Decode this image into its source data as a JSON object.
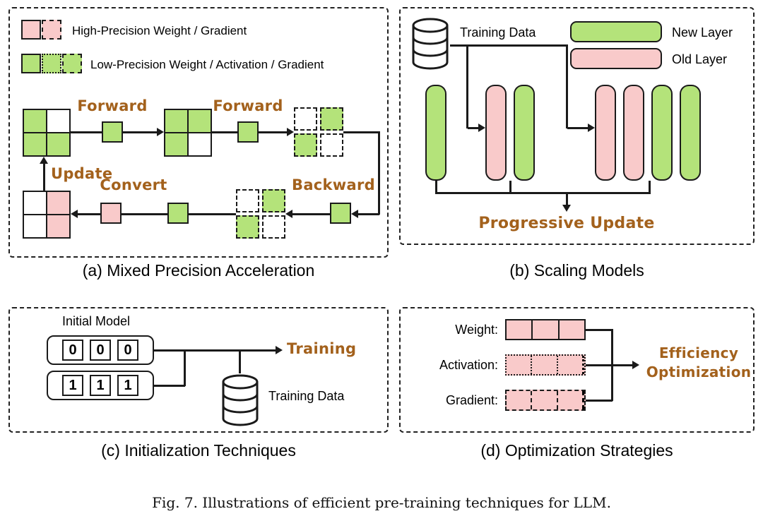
{
  "colors": {
    "green": "#b4e37a",
    "pink": "#f9caca",
    "brown": "#a3611c",
    "line": "#1a1a1a"
  },
  "caption": "Fig. 7. Illustrations of efficient pre-training techniques for LLM.",
  "panel_a": {
    "title": "(a) Mixed Precision Acceleration",
    "legend": [
      {
        "label": "High-Precision Weight / Gradient"
      },
      {
        "label": "Low-Precision Weight / Activation / Gradient"
      }
    ],
    "labels": {
      "forward1": "Forward",
      "forward2": "Forward",
      "backward": "Backward",
      "convert": "Convert",
      "update": "Update"
    }
  },
  "panel_b": {
    "title": "(b) Scaling Models",
    "training_data": "Training Data",
    "legend": {
      "new_layer": "New Layer",
      "old_layer": "Old Layer"
    },
    "progressive_update": "Progressive Update"
  },
  "panel_c": {
    "title": "(c) Initialization Techniques",
    "initial_model": "Initial Model",
    "row1_values": [
      "0",
      "0",
      "0"
    ],
    "row2_values": [
      "1",
      "1",
      "1"
    ],
    "training": "Training",
    "training_data": "Training Data"
  },
  "panel_d": {
    "title": "(d) Optimization Strategies",
    "rows": [
      {
        "label": "Weight:"
      },
      {
        "label": "Activation:"
      },
      {
        "label": "Gradient:"
      }
    ],
    "efficiency": [
      "Efficiency",
      "Optimization"
    ]
  }
}
